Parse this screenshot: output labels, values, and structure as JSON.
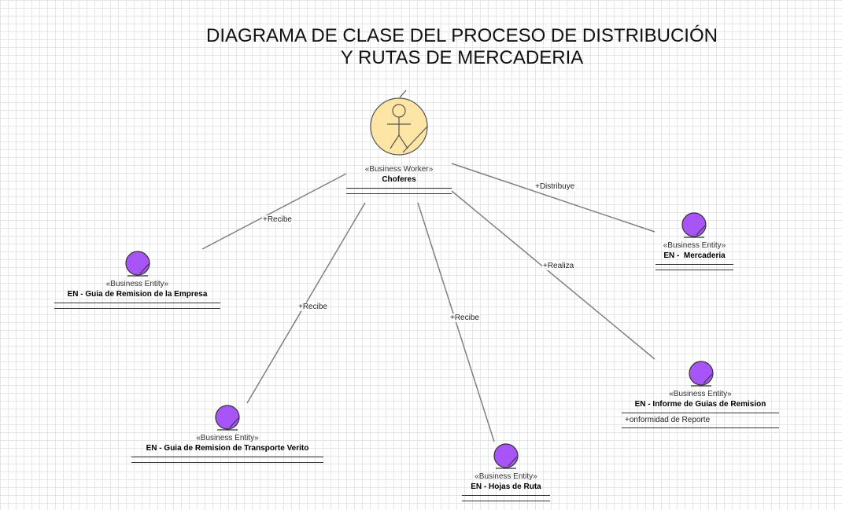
{
  "title": {
    "line1": "DIAGRAMA DE CLASE DEL PROCESO DE DISTRIBUCIÓN",
    "line2": "Y RUTAS DE MERCADERIA"
  },
  "colors": {
    "entity_fill": "#a855f7",
    "worker_fill": "#fde6a5",
    "line": "#808080"
  },
  "worker": {
    "icon": "business-worker-icon",
    "stereotype": "«Business Worker»",
    "name": "Choferes"
  },
  "entities": [
    {
      "icon": "business-entity-icon",
      "stereotype": "«Business Entity»",
      "name": "EN - Guia de Remision de la Empresa",
      "attribute": ""
    },
    {
      "icon": "business-entity-icon",
      "stereotype": "«Business Entity»",
      "name": "EN - Guia de Remision de Transporte Verito",
      "attribute": ""
    },
    {
      "icon": "business-entity-icon",
      "stereotype": "«Business Entity»",
      "name": "EN - Hojas de Ruta",
      "attribute": ""
    },
    {
      "icon": "business-entity-icon",
      "stereotype": "«Business Entity»",
      "name": "EN - Informe de Guias de Remision",
      "attribute": "+onformidad de Reporte"
    },
    {
      "icon": "business-entity-icon",
      "stereotype": "«Business Entity»",
      "name": "EN -  Mercaderia",
      "attribute": ""
    }
  ],
  "associations": [
    {
      "label": "+Recibe",
      "target": "EN - Guia de Remision de la Empresa"
    },
    {
      "label": "+Recibe",
      "target": "EN - Guia de Remision de Transporte Verito"
    },
    {
      "label": "+Recibe",
      "target": "EN - Hojas de Ruta"
    },
    {
      "label": "+Realiza",
      "target": "EN - Informe de Guias de Remision"
    },
    {
      "label": "+Distribuye",
      "target": "EN -  Mercaderia"
    }
  ]
}
